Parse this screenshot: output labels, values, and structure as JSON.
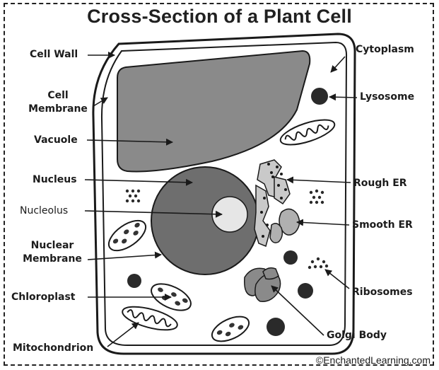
{
  "title": "Cross-Section of a Plant Cell",
  "labels": {
    "cell_wall": "Cell Wall",
    "cell_membrane_1": "Cell",
    "cell_membrane_2": "Membrane",
    "vacuole": "Vacuole",
    "nucleus": "Nucleus",
    "nucleolus": "Nucleolus",
    "nuclear_membrane_1": "Nuclear",
    "nuclear_membrane_2": "Membrane",
    "chloroplast": "Chloroplast",
    "mitochondrion": "Mitochondrion",
    "cytoplasm": "Cytoplasm",
    "lysosome": "Lysosome",
    "rough_er": "Rough ER",
    "smooth_er": "Smooth ER",
    "ribosomes": "Ribosomes",
    "golgi_body": "Golgi Body"
  },
  "copyright": "©EnchantedLearning.com",
  "colors": {
    "vacuole": "#8a8a8a",
    "nucleus": "#6e6e6e",
    "nucleolus": "#e6e6e6",
    "cytoplasm": "#ffffff",
    "line": "#1a1a1a"
  }
}
